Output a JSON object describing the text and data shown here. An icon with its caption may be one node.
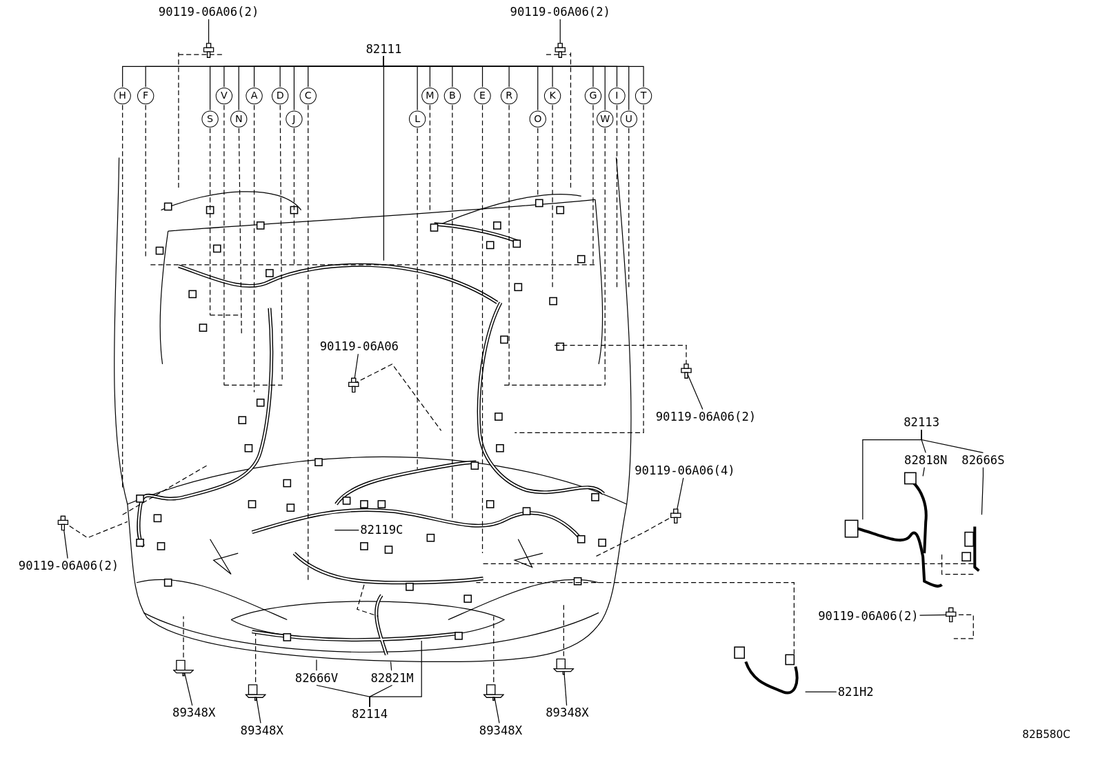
{
  "diagram": {
    "nodes": [
      {
        "text": [
          "90119-06A06(2)"
        ]
      },
      {
        "text": [
          "90119-06A06(2)"
        ]
      },
      {
        "text": [
          "82111"
        ]
      },
      {
        "text": [
          "H"
        ]
      },
      {
        "text": [
          "F"
        ]
      },
      {
        "text": [
          "V"
        ]
      },
      {
        "text": [
          "A"
        ]
      },
      {
        "text": [
          "D"
        ]
      },
      {
        "text": [
          "C"
        ]
      },
      {
        "text": [
          "M"
        ]
      },
      {
        "text": [
          "B"
        ]
      },
      {
        "text": [
          "E"
        ]
      },
      {
        "text": [
          "R"
        ]
      },
      {
        "text": [
          "K"
        ]
      },
      {
        "text": [
          "G"
        ]
      },
      {
        "text": [
          "I"
        ]
      },
      {
        "text": [
          "T"
        ]
      },
      {
        "text": [
          "S"
        ]
      },
      {
        "text": [
          "N"
        ]
      },
      {
        "text": [
          "J"
        ]
      },
      {
        "text": [
          "L"
        ]
      },
      {
        "text": [
          "O"
        ]
      },
      {
        "text": [
          "W"
        ]
      },
      {
        "text": [
          "U"
        ]
      },
      {
        "text": [
          "90119-06A06"
        ]
      },
      {
        "text": [
          "90119-06A06(2)"
        ]
      },
      {
        "text": [
          "82113"
        ]
      },
      {
        "text": [
          "82818N"
        ]
      },
      {
        "text": [
          "82666S"
        ]
      },
      {
        "text": [
          "90119-06A06(4)"
        ]
      },
      {
        "text": [
          "82119C"
        ]
      },
      {
        "text": [
          "90119-06A06(2)"
        ]
      },
      {
        "text": [
          "90119-06A06(2)"
        ]
      },
      {
        "text": [
          "82666V"
        ]
      },
      {
        "text": [
          "82821M"
        ]
      },
      {
        "text": [
          "821H2"
        ]
      },
      {
        "text": [
          "89348X"
        ]
      },
      {
        "text": [
          "89348X"
        ]
      },
      {
        "text": [
          "82114"
        ]
      },
      {
        "text": [
          "89348X"
        ]
      },
      {
        "text": [
          "89348X"
        ]
      },
      {
        "text": [],
        "shape": "picture"
      },
      {
        "text": [],
        "shape": "picture"
      },
      {
        "text": [],
        "shape": "picture"
      },
      {
        "text": [],
        "shape": "picture"
      },
      {
        "text": [],
        "shape": "picture"
      },
      {
        "text": [],
        "shape": "picture"
      },
      {
        "text": [],
        "shape": "picture"
      },
      {
        "text": [],
        "shape": "picture"
      },
      {
        "text": [],
        "shape": "picture"
      },
      {
        "text": [],
        "shape": "picture"
      },
      {
        "text": [],
        "shape": "picture"
      }
    ],
    "edges": [
      {
        "from": 0,
        "to": 42,
        "arrow": "none"
      },
      {
        "from": 1,
        "to": 44,
        "arrow": "none"
      },
      {
        "from": 2,
        "to": 3,
        "arrow": "none"
      },
      {
        "from": 2,
        "to": 4,
        "arrow": "none"
      },
      {
        "from": 2,
        "to": 5,
        "arrow": "none"
      },
      {
        "from": 2,
        "to": 6,
        "arrow": "none"
      },
      {
        "from": 2,
        "to": 7,
        "arrow": "none"
      },
      {
        "from": 2,
        "to": 8,
        "arrow": "none"
      },
      {
        "from": 2,
        "to": 9,
        "arrow": "none"
      },
      {
        "from": 2,
        "to": 10,
        "arrow": "none"
      },
      {
        "from": 2,
        "to": 11,
        "arrow": "none"
      },
      {
        "from": 2,
        "to": 12,
        "arrow": "none"
      },
      {
        "from": 2,
        "to": 13,
        "arrow": "none"
      },
      {
        "from": 2,
        "to": 14,
        "arrow": "none"
      },
      {
        "from": 2,
        "to": 15,
        "arrow": "none"
      },
      {
        "from": 2,
        "to": 16,
        "arrow": "none"
      },
      {
        "from": 2,
        "to": 17,
        "arrow": "none"
      },
      {
        "from": 2,
        "to": 18,
        "arrow": "none"
      },
      {
        "from": 2,
        "to": 19,
        "arrow": "none"
      },
      {
        "from": 2,
        "to": 20,
        "arrow": "none"
      },
      {
        "from": 2,
        "to": 21,
        "arrow": "none"
      },
      {
        "from": 2,
        "to": 22,
        "arrow": "none"
      },
      {
        "from": 2,
        "to": 23,
        "arrow": "none"
      },
      {
        "from": 2,
        "to": null,
        "arrow": "none"
      },
      {
        "from": 3,
        "to": null,
        "arrow": "none",
        "style": "dashed"
      },
      {
        "from": 4,
        "to": null,
        "arrow": "none",
        "style": "dashed"
      },
      {
        "from": 5,
        "to": null,
        "arrow": "none",
        "style": "dashed"
      },
      {
        "from": 6,
        "to": null,
        "arrow": "none",
        "style": "dashed"
      },
      {
        "from": 7,
        "to": null,
        "arrow": "none",
        "style": "dashed"
      },
      {
        "from": 8,
        "to": null,
        "arrow": "none",
        "style": "dashed"
      },
      {
        "from": 9,
        "to": null,
        "arrow": "none",
        "style": "dashed"
      },
      {
        "from": 10,
        "to": null,
        "arrow": "none",
        "style": "dashed"
      },
      {
        "from": 11,
        "to": null,
        "arrow": "none",
        "style": "dashed"
      },
      {
        "from": 12,
        "to": null,
        "arrow": "none",
        "style": "dashed"
      },
      {
        "from": 13,
        "to": null,
        "arrow": "none",
        "style": "dashed"
      },
      {
        "from": 14,
        "to": null,
        "arrow": "none",
        "style": "dashed"
      },
      {
        "from": 15,
        "to": null,
        "arrow": "none",
        "style": "dashed"
      },
      {
        "from": 16,
        "to": null,
        "arrow": "none",
        "style": "dashed"
      },
      {
        "from": 17,
        "to": null,
        "arrow": "none",
        "style": "dashed"
      },
      {
        "from": 18,
        "to": null,
        "arrow": "none",
        "style": "dashed"
      },
      {
        "from": 19,
        "to": null,
        "arrow": "none",
        "style": "dashed"
      },
      {
        "from": 20,
        "to": null,
        "arrow": "none",
        "style": "dashed"
      },
      {
        "from": 21,
        "to": null,
        "arrow": "none",
        "style": "dashed"
      },
      {
        "from": 22,
        "to": null,
        "arrow": "none",
        "style": "dashed"
      },
      {
        "from": 23,
        "to": null,
        "arrow": "none",
        "style": "dashed"
      },
      {
        "from": 24,
        "to": 43,
        "arrow": "none"
      },
      {
        "from": 25,
        "to": 46,
        "arrow": "none"
      },
      {
        "from": 26,
        "to": 27,
        "arrow": "none"
      },
      {
        "from": 26,
        "to": 28,
        "arrow": "none"
      },
      {
        "from": 26,
        "to": null,
        "arrow": "none"
      },
      {
        "from": 27,
        "to": null,
        "arrow": "none"
      },
      {
        "from": 28,
        "to": null,
        "arrow": "none"
      },
      {
        "from": 29,
        "to": 45,
        "arrow": "none"
      },
      {
        "from": 30,
        "to": null,
        "arrow": "none"
      },
      {
        "from": 31,
        "to": 41,
        "arrow": "none"
      },
      {
        "from": 32,
        "to": 47,
        "arrow": "none"
      },
      {
        "from": 38,
        "to": 33,
        "arrow": "none"
      },
      {
        "from": 38,
        "to": 34,
        "arrow": "none"
      },
      {
        "from": 38,
        "to": null,
        "arrow": "none"
      },
      {
        "from": 33,
        "to": null,
        "arrow": "none"
      },
      {
        "from": 34,
        "to": null,
        "arrow": "none"
      },
      {
        "from": 35,
        "to": null,
        "arrow": "none"
      },
      {
        "from": 36,
        "to": 48,
        "arrow": "none"
      },
      {
        "from": 37,
        "to": 51,
        "arrow": "none"
      },
      {
        "from": 39,
        "to": 49,
        "arrow": "none"
      },
      {
        "from": 40,
        "to": 50,
        "arrow": "none"
      }
    ],
    "labels": [
      "82B580C"
    ]
  }
}
